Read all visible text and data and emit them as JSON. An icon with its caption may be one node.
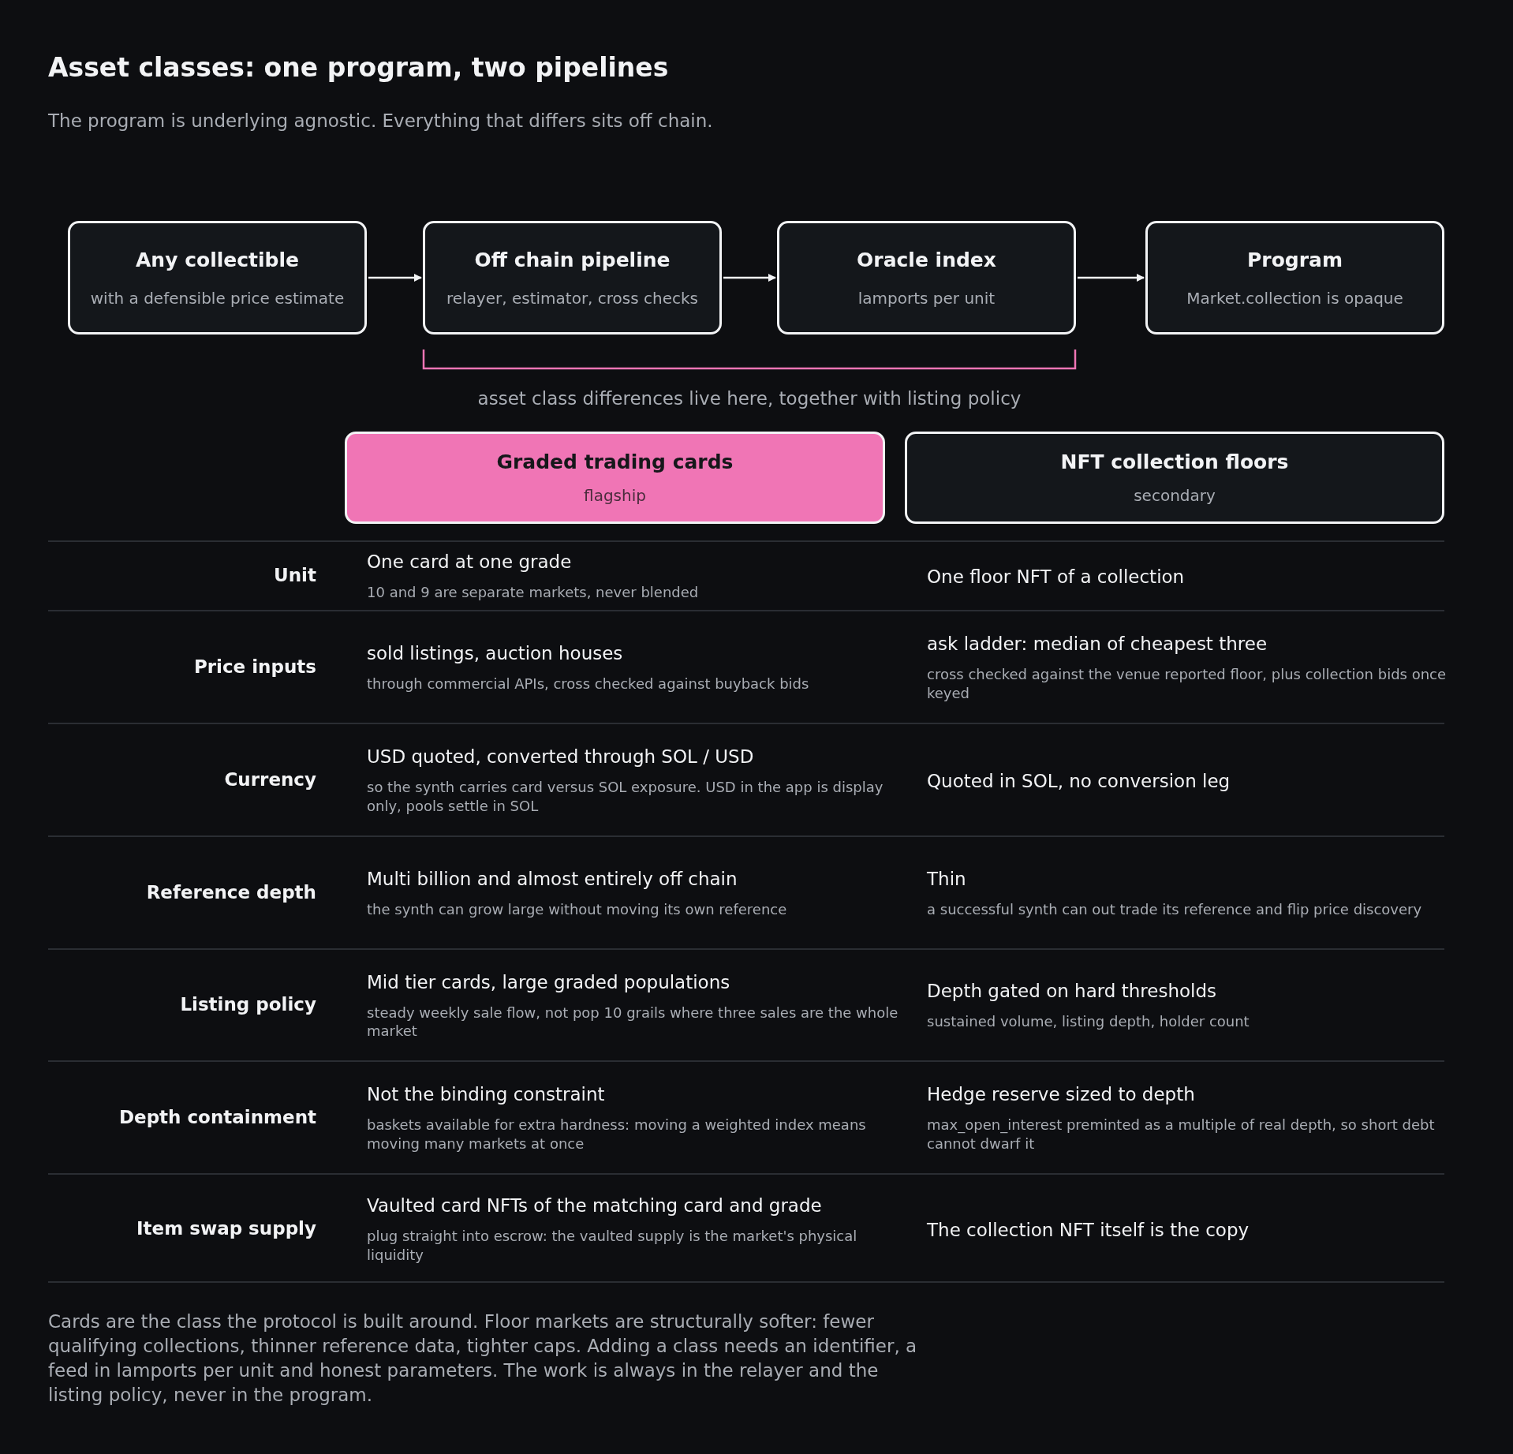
{
  "diagram": {
    "title": "Asset classes: one program, two pipelines",
    "caption": "The program is underlying agnostic. Everything that differs sits off chain.",
    "nodes": [
      {
        "text": [
          "Any collectible",
          "with a defensible price estimate"
        ]
      },
      {
        "text": [
          "Off chain pipeline",
          "relayer, estimator, cross checks"
        ]
      },
      {
        "text": [
          "Oracle index",
          "lamports per unit"
        ]
      },
      {
        "text": [
          "Program",
          "Market.collection is opaque"
        ]
      },
      {
        "text": [
          "Graded trading cards",
          "flagship"
        ]
      },
      {
        "text": [
          "NFT collection floors",
          "secondary"
        ]
      }
    ],
    "edges": [
      {
        "from": 0,
        "to": 1,
        "arrow": "to"
      },
      {
        "from": 1,
        "to": 2,
        "arrow": "to"
      },
      {
        "from": 2,
        "to": 3,
        "arrow": "to"
      }
    ],
    "labels": [
      "asset class differences live here, together with listing policy",
      "Unit",
      "One card at one grade",
      "10 and 9 are separate markets, never blended",
      "One floor NFT of a collection",
      "Price inputs",
      "sold listings, auction houses",
      "through commercial APIs, cross checked against buyback bids",
      "ask ladder: median of cheapest three",
      "cross checked against the venue reported floor, plus collection bids once keyed",
      "Currency",
      "USD quoted, converted through SOL / USD",
      "so the synth carries card versus SOL exposure. USD in the app is display only, pools settle in SOL",
      "Quoted in SOL, no conversion leg",
      "Reference depth",
      "Multi billion and almost entirely off chain",
      "the synth can grow large without moving its own reference",
      "Thin",
      "a successful synth can out trade its reference and flip price discovery",
      "Listing policy",
      "Mid tier cards, large graded populations",
      "steady weekly sale flow, not pop 10 grails where three sales are the whole market",
      "Depth gated on hard thresholds",
      "sustained volume, listing depth, holder count",
      "Depth containment",
      "Not the binding constraint",
      "baskets available for extra hardness: moving a weighted index means moving many markets at once",
      "Hedge reserve sized to depth",
      "max_open_interest preminted as a multiple of real depth, so short debt cannot dwarf it",
      "Item swap supply",
      "Vaulted card NFTs of the matching card and grade",
      "plug straight into escrow: the vaulted supply is the market's physical liquidity",
      "The collection NFT itself is the copy",
      "Cards are the class the protocol is built around. Floor markets are structurally softer: fewer qualifying collections, thinner reference data, tighter caps. Adding a class needs an identifier, a feed in lamports per unit and honest parameters. The work is always in the relayer and the listing policy, never in the program."
    ]
  }
}
